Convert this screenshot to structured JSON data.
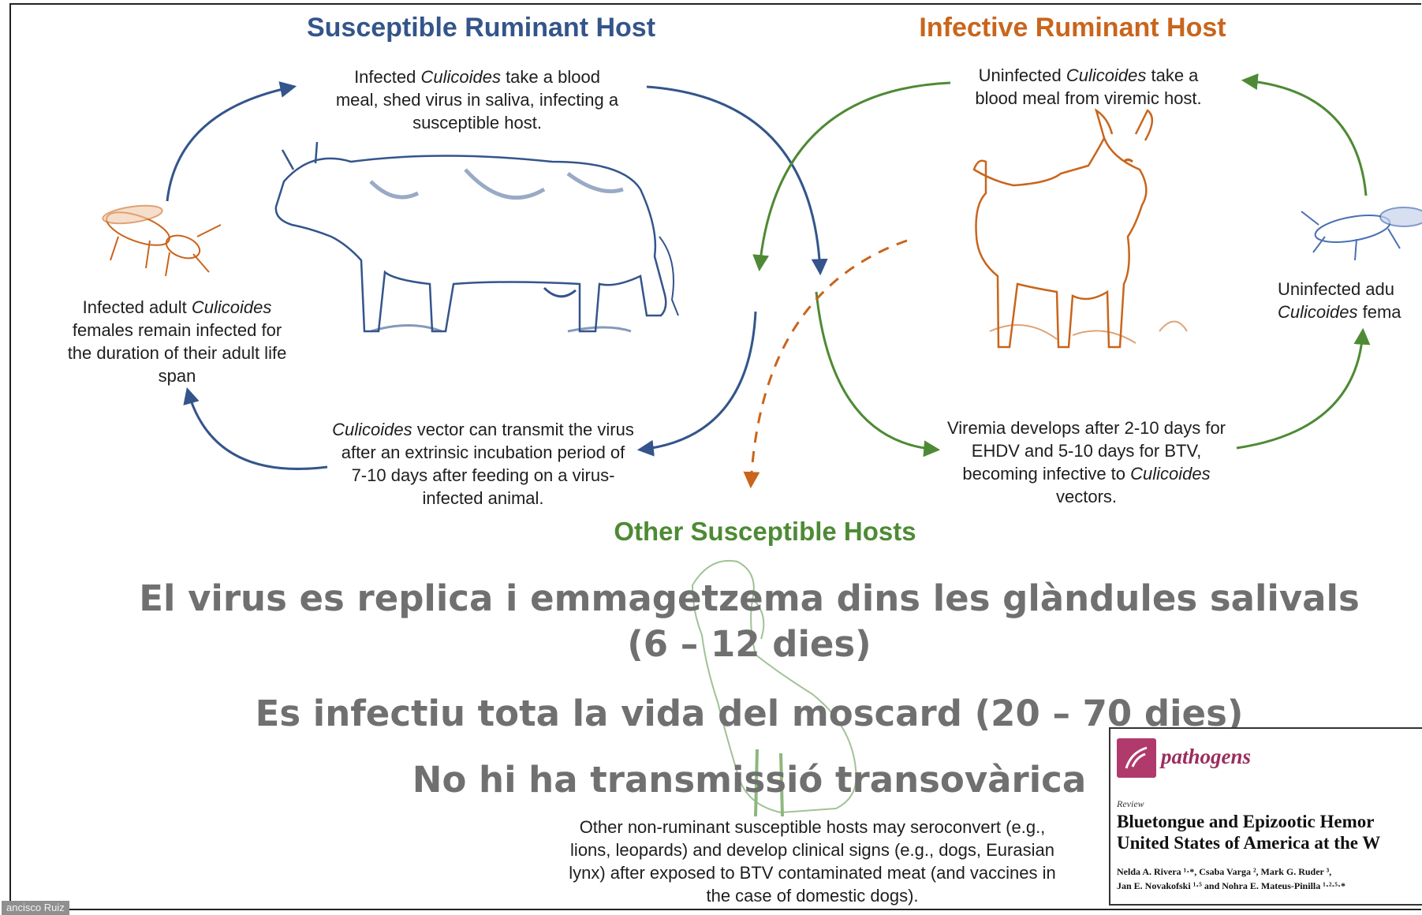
{
  "titles": {
    "susceptible": "Susceptible Ruminant Host",
    "infective": "Infective Ruminant Host",
    "other": "Other Susceptible Hosts"
  },
  "colors": {
    "susceptible": "#34558b",
    "infective": "#c9651c",
    "other": "#4e8a35",
    "overlay": "#707070"
  },
  "captions": {
    "blood_meal_infected": {
      "pre": "Infected ",
      "italic": "Culicoides",
      "post": " take a blood meal, shed virus in saliva, infecting a susceptible host."
    },
    "blood_meal_uninfected": {
      "pre": "Uninfected ",
      "italic": "Culicoides",
      "post": " take a blood meal from viremic host."
    },
    "infected_adult": {
      "pre": "Infected adult ",
      "italic": "Culicoides",
      "post": " females remain infected for the duration of their adult life span"
    },
    "extrinsic_incubation": {
      "pre": "",
      "italic": "Culicoides",
      "post": " vector can transmit the virus after an extrinsic incubation period of 7-10 days after feeding on a virus-infected animal."
    },
    "viremia": {
      "pre": "Viremia develops after 2-10 days for EHDV and 5-10 days for BTV, becoming infective to ",
      "italic": "Culicoides",
      "post": " vectors."
    },
    "uninfected_adult": {
      "pre": "Uninfected adu",
      "italic": "Culicoides",
      "post": " fema"
    },
    "other_hosts": "Other non-ruminant susceptible hosts may seroconvert (e.g., lions, leopards) and develop clinical signs (e.g., dogs, Eurasian lynx) after exposed to BTV contaminated meat (and vaccines in the case of domestic dogs)."
  },
  "overlay": {
    "line1": "El virus es replica i emmagetzema dins les glàndules salivals (6 – 12 dies)",
    "line2": "Es infectiu tota la vida del moscard (20 – 70 dies)",
    "line3": "No hi ha transmissió transovàrica"
  },
  "paper": {
    "journal": "pathogens",
    "article_type": "Review",
    "title_line1": "Bluetongue and Epizootic Hemor",
    "title_line2": "United States of America at the W",
    "authors_line1": "Nelda A. Rivera ¹·*, Csaba Varga ², Mark G. Ruder ³,",
    "authors_line2": "Jan E. Novakofski ¹·⁵ and Nohra E. Mateus-Pinilla ¹·²·⁵·*"
  },
  "speaker_name": "ancisco Ruiz"
}
